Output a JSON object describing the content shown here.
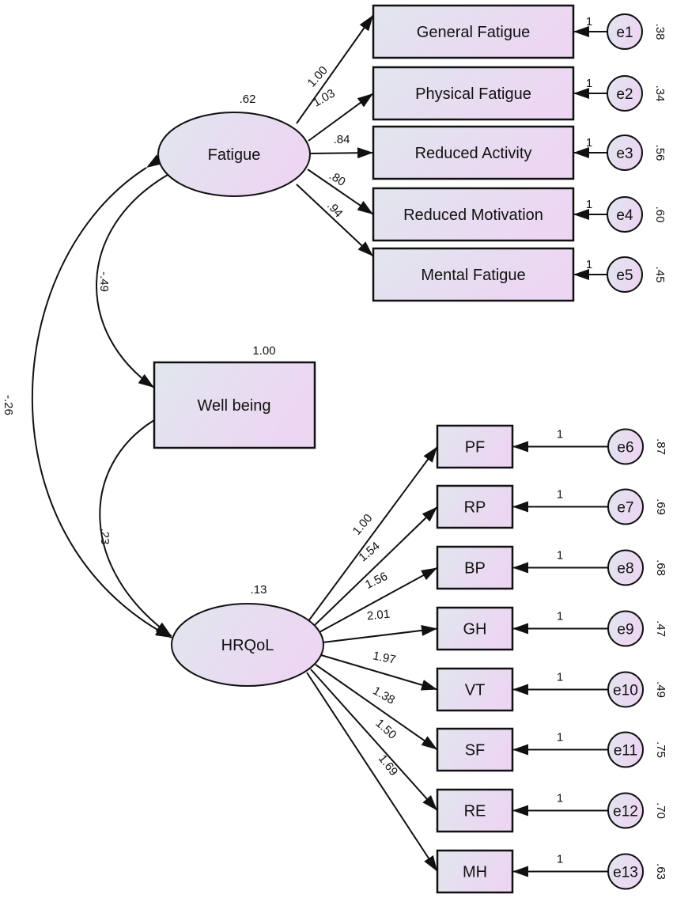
{
  "diagram": {
    "type": "structural-equation-model",
    "colors": {
      "fill_start": "#e1e6ee",
      "fill_end": "#ecd6f2",
      "stroke": "#111111",
      "background": "#ffffff"
    },
    "latents": [
      {
        "id": "fatigue",
        "label": "Fatigue",
        "variance": ".62"
      },
      {
        "id": "hrqol",
        "label": "HRQoL",
        "variance": ".13"
      }
    ],
    "observed_exogenous": [
      {
        "id": "wellbeing",
        "label": "Well being",
        "variance": "1.00"
      }
    ],
    "fatigue_indicators": [
      {
        "label": "General Fatigue",
        "loading": "1.00",
        "error": "e1",
        "error_fixed": "1",
        "error_variance": ".38"
      },
      {
        "label": "Physical Fatigue",
        "loading": "1.03",
        "error": "e2",
        "error_fixed": "1",
        "error_variance": ".34"
      },
      {
        "label": "Reduced Activity",
        "loading": ".84",
        "error": "e3",
        "error_fixed": "1",
        "error_variance": ".56"
      },
      {
        "label": "Reduced Motivation",
        "loading": ".80",
        "error": "e4",
        "error_fixed": "1",
        "error_variance": ".60"
      },
      {
        "label": "Mental Fatigue",
        "loading": ".94",
        "error": "e5",
        "error_fixed": "1",
        "error_variance": ".45"
      }
    ],
    "hrqol_indicators": [
      {
        "label": "PF",
        "loading": "1.00",
        "error": "e6",
        "error_fixed": "1",
        "error_variance": ".87"
      },
      {
        "label": "RP",
        "loading": "1.54",
        "error": "e7",
        "error_fixed": "1",
        "error_variance": ".69"
      },
      {
        "label": "BP",
        "loading": "1.56",
        "error": "e8",
        "error_fixed": "1",
        "error_variance": ".68"
      },
      {
        "label": "GH",
        "loading": "2.01",
        "error": "e9",
        "error_fixed": "1",
        "error_variance": ".47"
      },
      {
        "label": "VT",
        "loading": "1.97",
        "error": "e10",
        "error_fixed": "1",
        "error_variance": ".49"
      },
      {
        "label": "SF",
        "loading": "1.38",
        "error": "e11",
        "error_fixed": "1",
        "error_variance": ".75"
      },
      {
        "label": "RE",
        "loading": "1.50",
        "error": "e12",
        "error_fixed": "1",
        "error_variance": ".70"
      },
      {
        "label": "MH",
        "loading": "1.69",
        "error": "e13",
        "error_fixed": "1",
        "error_variance": ".63"
      }
    ],
    "covariances": [
      {
        "from": "Fatigue",
        "to": "Well being",
        "value": "-.49"
      },
      {
        "from": "Well being",
        "to": "HRQoL",
        "value": ".23"
      },
      {
        "from": "Fatigue",
        "to": "HRQoL",
        "value": "-.26"
      }
    ]
  }
}
